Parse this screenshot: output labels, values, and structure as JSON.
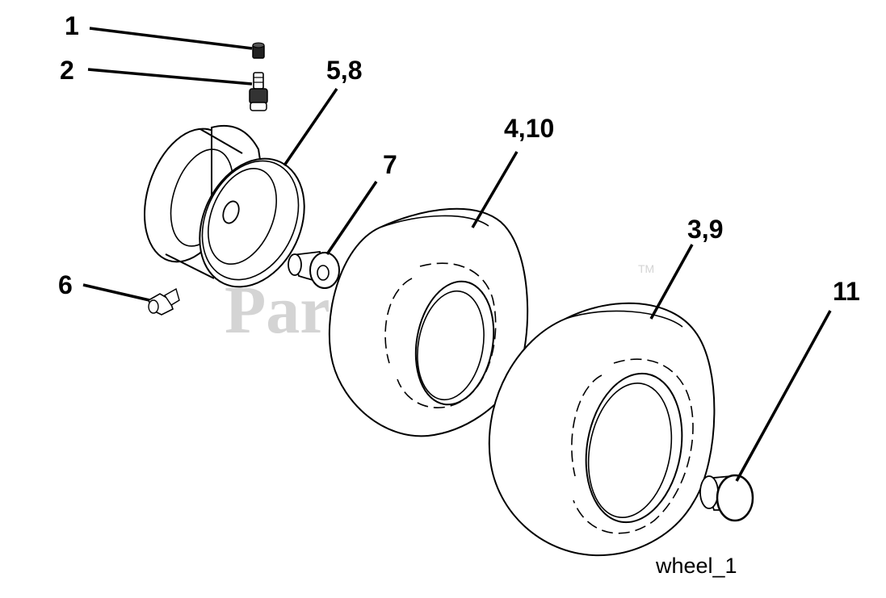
{
  "watermark": {
    "text": "PartsTree",
    "trademark": "TM"
  },
  "callouts": {
    "c1": "1",
    "c2": "2",
    "c58": "5,8",
    "c7": "7",
    "c410": "4,10",
    "c39": "3,9",
    "c11": "11",
    "c6": "6"
  },
  "caption": "wheel_1"
}
